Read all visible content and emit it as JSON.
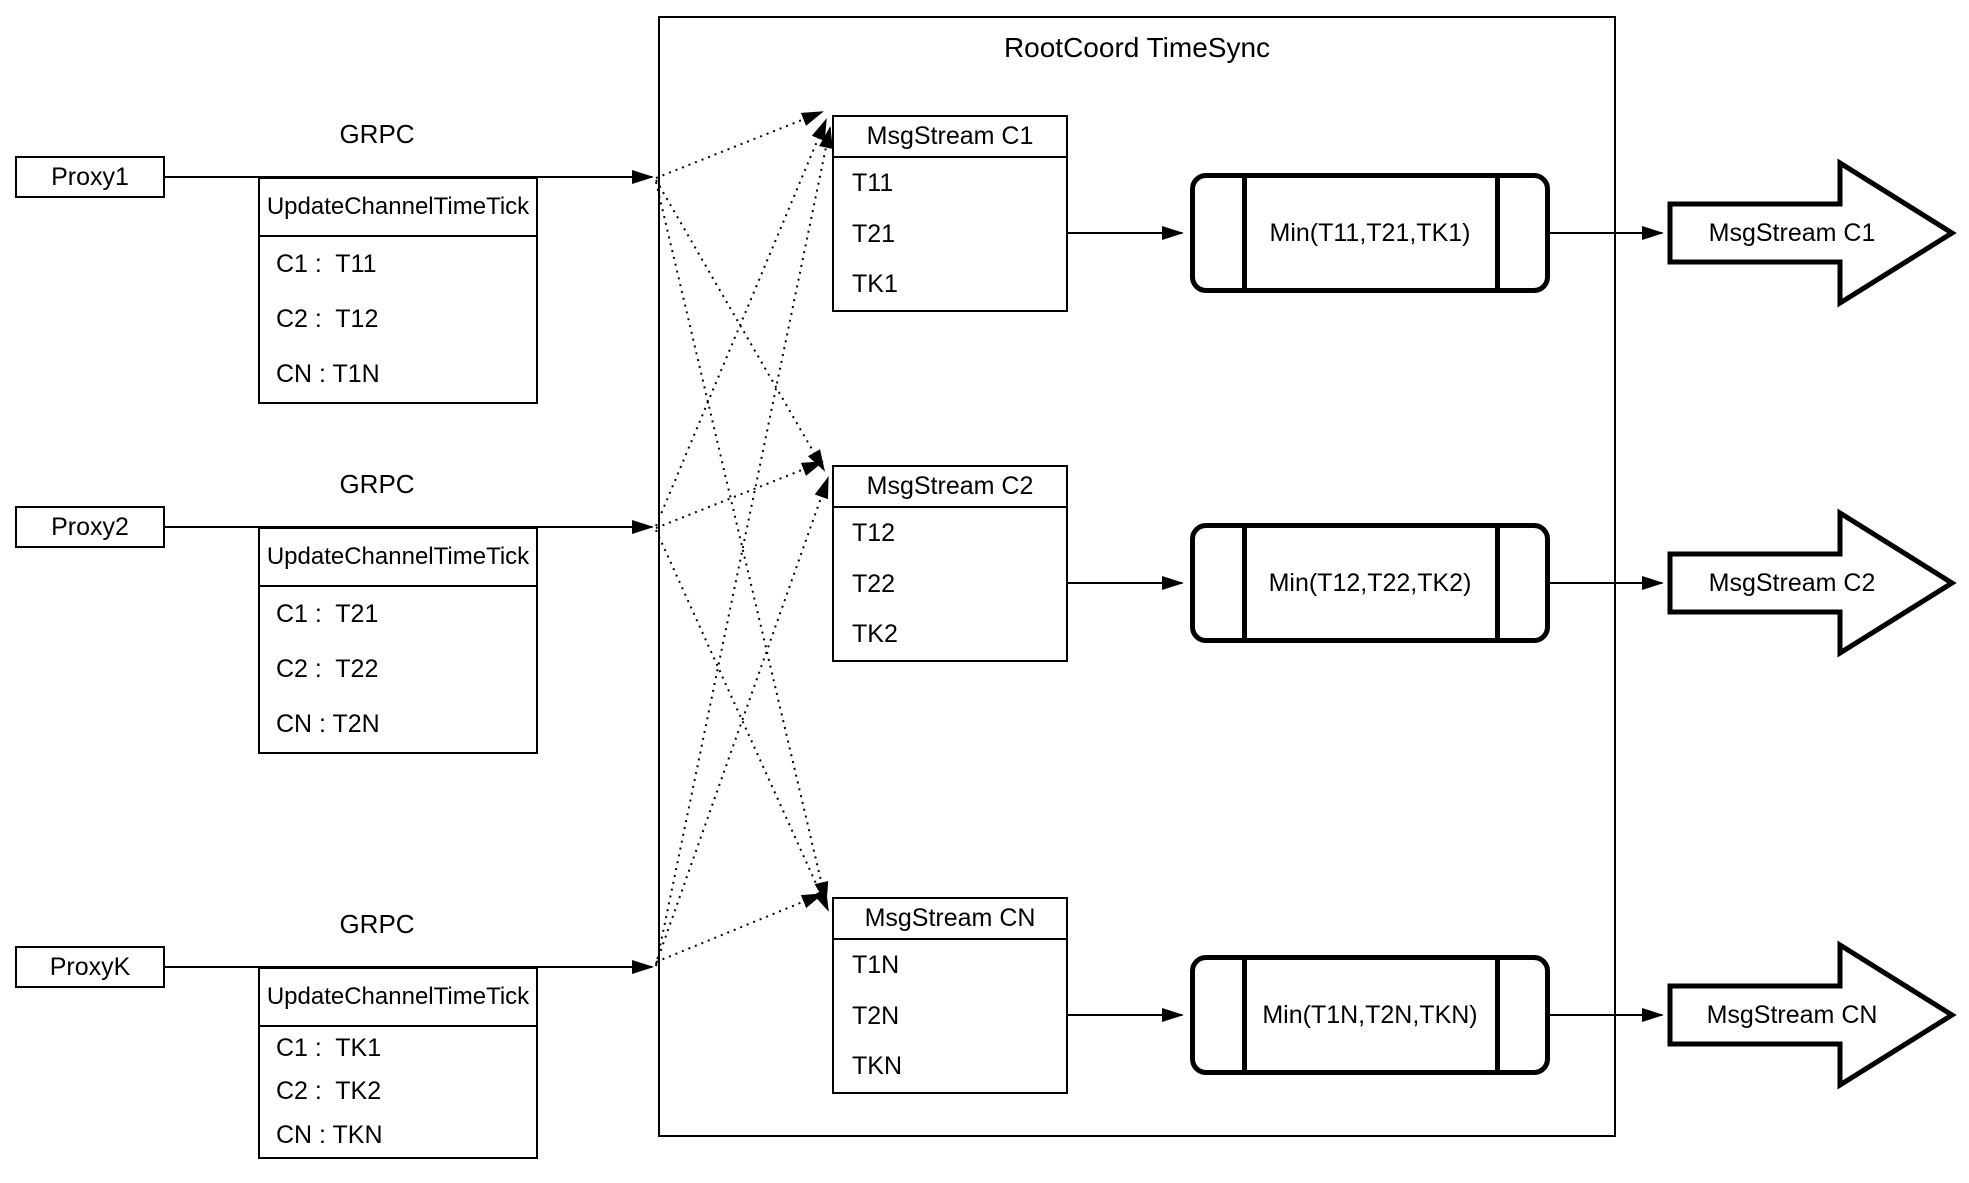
{
  "title": "RootCoord TimeSync",
  "grpc_label": "GRPC",
  "update_table_header": "UpdateChannelTimeTick",
  "colors": {
    "ink": "#000000",
    "background": "#ffffff"
  },
  "rows": [
    {
      "proxy": "Proxy1",
      "update_rows": [
        "C1 :  T11",
        "C2 :  T12",
        "CN : T1N"
      ],
      "stream_header": "MsgStream C1",
      "stream_rows": [
        "T11",
        "T21",
        "TK1"
      ],
      "min_label": "Min(T11,T21,TK1)",
      "out_label": "MsgStream C1"
    },
    {
      "proxy": "Proxy2",
      "update_rows": [
        "C1 :  T21",
        "C2 :  T22",
        "CN : T2N"
      ],
      "stream_header": "MsgStream C2",
      "stream_rows": [
        "T12",
        "T22",
        "TK2"
      ],
      "min_label": "Min(T12,T22,TK2)",
      "out_label": "MsgStream C2"
    },
    {
      "proxy": "ProxyK",
      "update_rows": [
        "C1 :  TK1",
        "C2 :  TK2",
        "CN : TKN"
      ],
      "stream_header": "MsgStream CN",
      "stream_rows": [
        "T1N",
        "T2N",
        "TKN"
      ],
      "min_label": "Min(T1N,T2N,TKN)",
      "out_label": "MsgStream CN"
    }
  ]
}
